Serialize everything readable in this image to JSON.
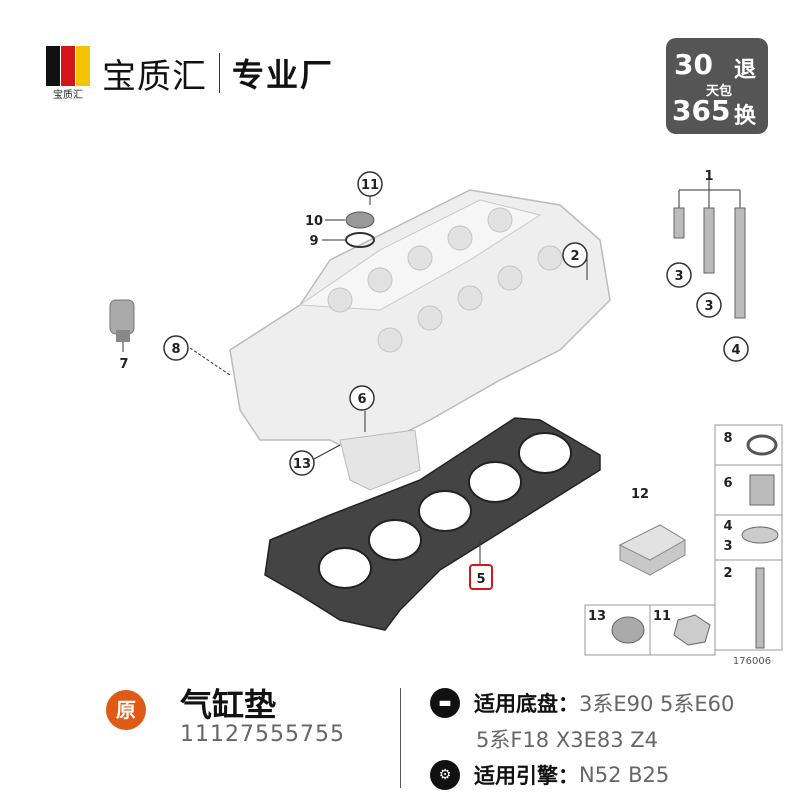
{
  "brand": {
    "mini_text": "宝质汇",
    "name": "宝质汇",
    "slogan": "专业厂"
  },
  "badge": {
    "n30": "30",
    "tui": "退",
    "tianbao": "天包",
    "n365": "365",
    "huan": "换"
  },
  "diagram": {
    "callouts": [
      "1",
      "2",
      "3",
      "3",
      "4",
      "5",
      "6",
      "7",
      "8",
      "9",
      "10",
      "11",
      "12",
      "13"
    ],
    "ref_number": "176006",
    "inset_labels": {
      "i8": "8",
      "i6": "6",
      "i4": "4",
      "i3": "3",
      "i2": "2",
      "i13": "13",
      "i11": "11"
    }
  },
  "product": {
    "yuan": "原",
    "name": "气缸垫",
    "part_number": "11127555755",
    "chassis_label": "适用底盘：",
    "chassis_value": "3系E90 5系E60",
    "chassis_cont": "5系F18 X3E83 Z4",
    "engine_label": "适用引擎：",
    "engine_value": "N52  B25"
  },
  "colors": {
    "accent": "#e05a16",
    "badge": "#555555",
    "flag_red": "#d4161b",
    "flag_yellow": "#f5c400"
  }
}
